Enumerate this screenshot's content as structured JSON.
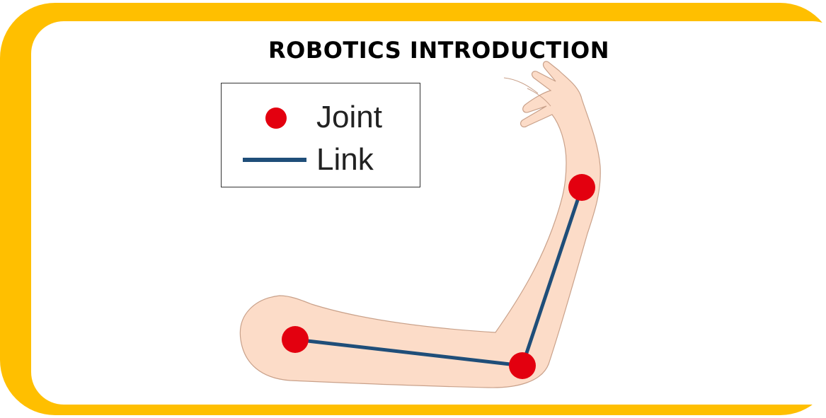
{
  "title": "ROBOTICS INTRODUCTION",
  "legend": {
    "joint_label": "Joint",
    "link_label": "Link"
  },
  "colors": {
    "frame": "#ffbf00",
    "joint": "#e3000f",
    "link": "#1f4e79",
    "skin": "#fcdcc8",
    "skin_outline": "#c9a18a"
  },
  "icons": {
    "joint": "filled-circle",
    "link": "horizontal-line"
  }
}
